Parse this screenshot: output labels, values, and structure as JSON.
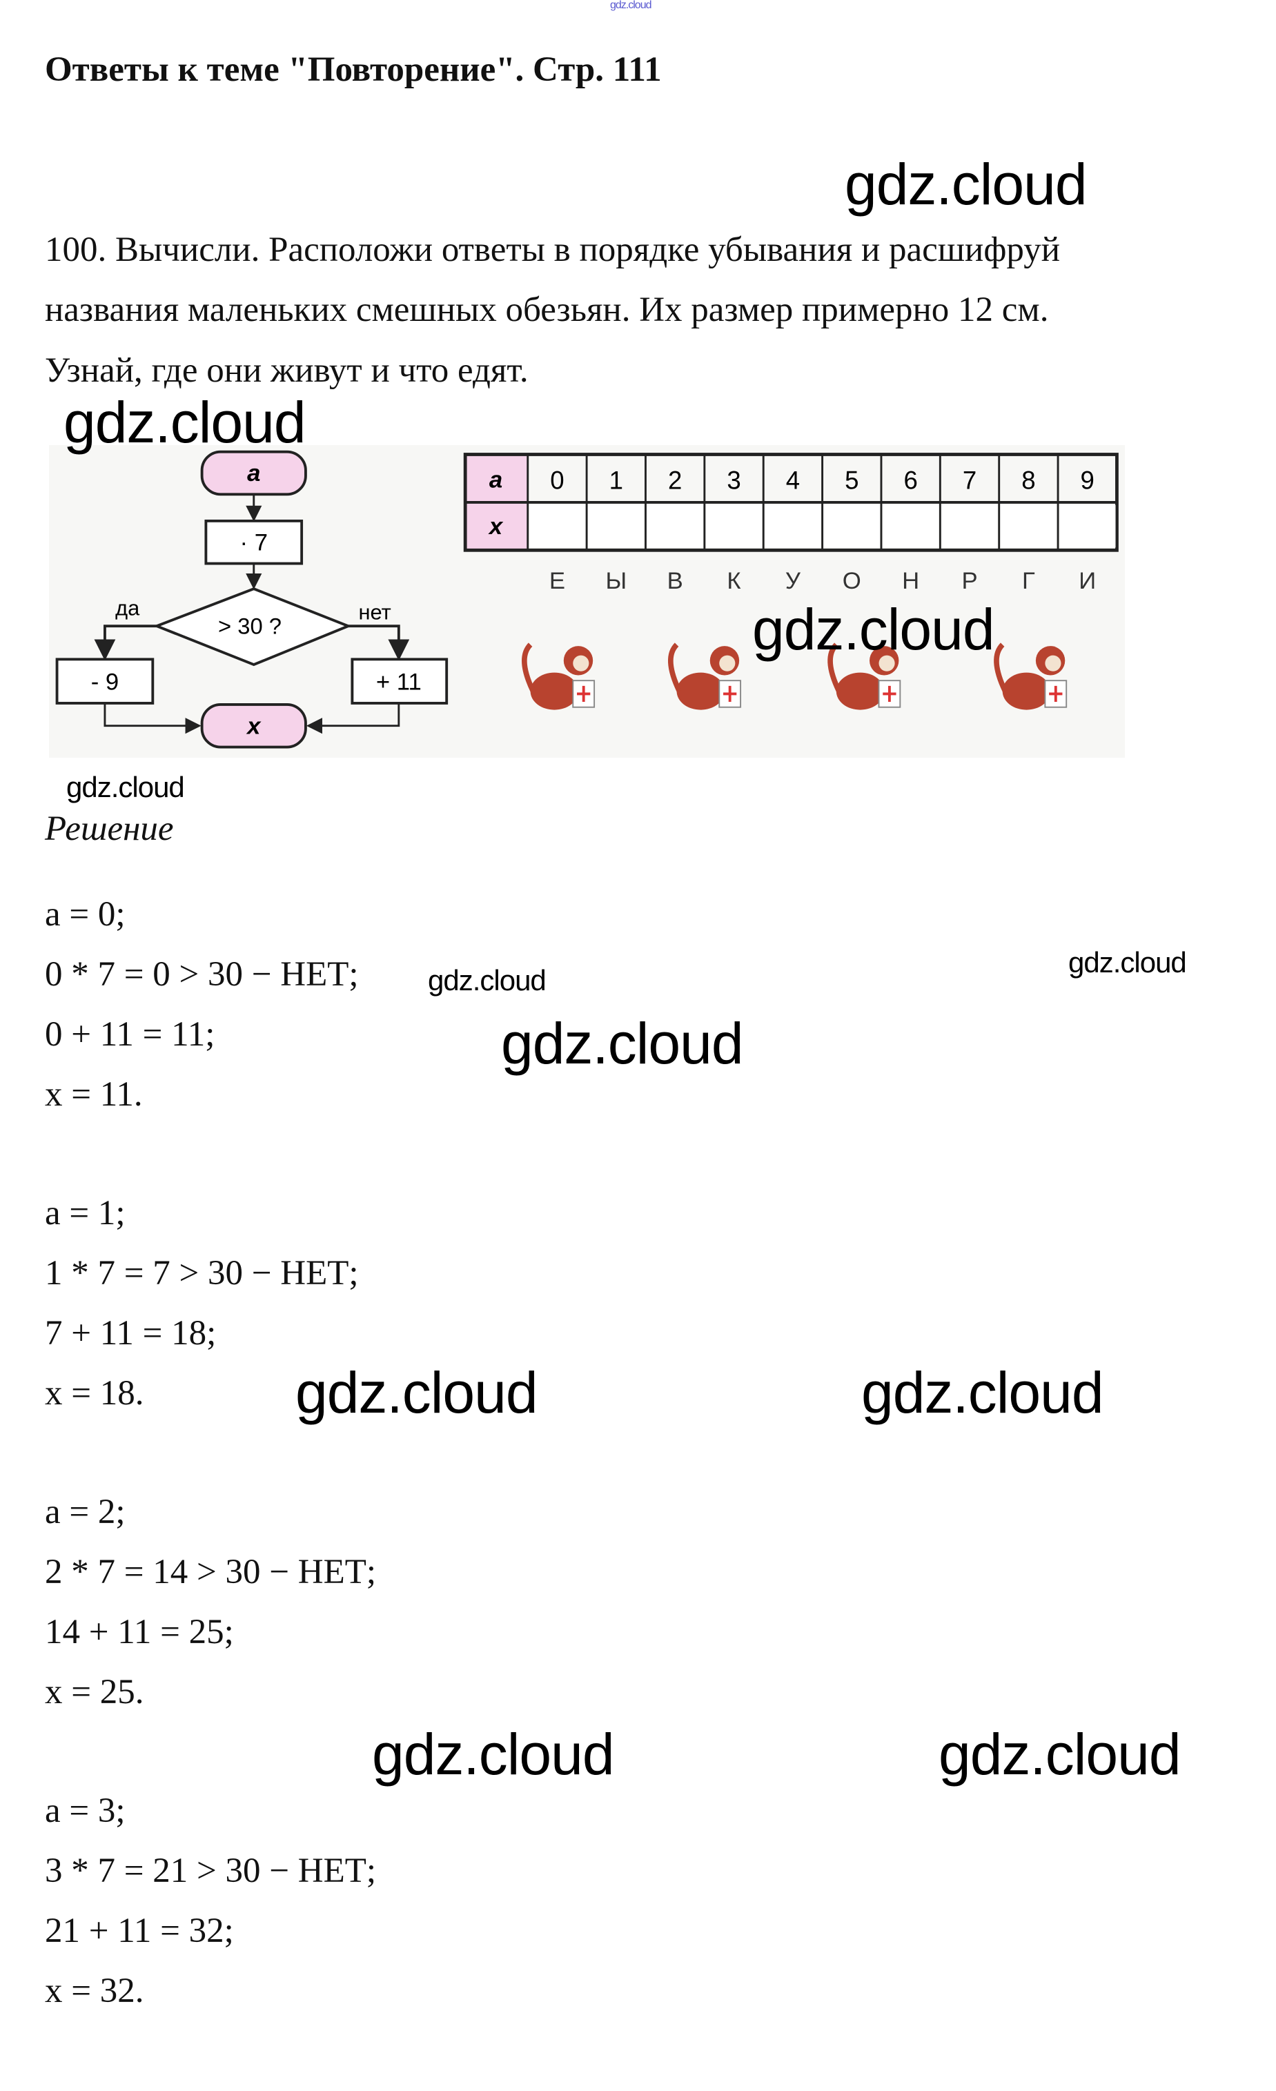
{
  "watermark": "gdz.cloud",
  "title": "Ответы к теме \"Повторение\". Стр. 111",
  "task": {
    "lines": [
      "100. Вычисли. Расположи ответы в порядке убывания и расшифруй",
      "названия маленьких смешных обезьян. Их размер примерно 12 см.",
      "Узнай, где они живут и что едят."
    ]
  },
  "figure": {
    "flowchart": {
      "start": "a",
      "multiply": "· 7",
      "condition": "> 30 ?",
      "yes": "да",
      "no": "нет",
      "yes_op": "- 9",
      "no_op": "+ 11",
      "end": "x"
    },
    "table": {
      "row_a_label": "a",
      "row_x_label": "x",
      "a_values": [
        "0",
        "1",
        "2",
        "3",
        "4",
        "5",
        "6",
        "7",
        "8",
        "9"
      ]
    },
    "letters": [
      "Е",
      "Ы",
      "В",
      "К",
      "У",
      "О",
      "Н",
      "Р",
      "Г",
      "И"
    ],
    "colors": {
      "pink": "#f6d3ea",
      "monkey": "#b8432f"
    }
  },
  "solution": {
    "heading": "Решение",
    "groups": [
      [
        "a = 0;",
        "0 * 7 = 0 > 30 − НЕТ;",
        "0 + 11 = 11;",
        "x = 11."
      ],
      [
        "a = 1;",
        "1 * 7 = 7 > 30 − НЕТ;",
        "7 + 11 = 18;",
        "x = 18."
      ],
      [
        "a = 2;",
        "2 * 7 = 14 > 30 − НЕТ;",
        "14 + 11 = 25;",
        "x = 25."
      ],
      [
        "a = 3;",
        "3 * 7 = 21 > 30 − НЕТ;",
        "21 + 11 = 32;",
        "x = 32."
      ]
    ]
  }
}
